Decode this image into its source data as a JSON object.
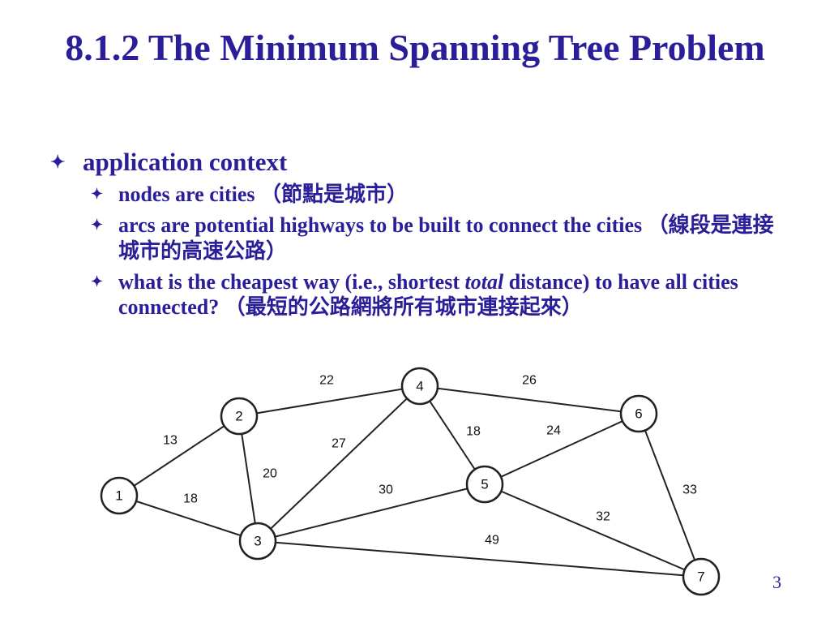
{
  "slide": {
    "title": "8.1.2 The Minimum Spanning Tree Problem",
    "page_number": "3"
  },
  "bullets": {
    "main": "application context",
    "sub": [
      {
        "text": "nodes are cities",
        "cjk": "（節點是城市）"
      },
      {
        "text": "arcs are potential highways to be built to connect the cities",
        "cjk": "（線段是連接城市的高速公路）"
      },
      {
        "text_before": "what is the cheapest way (i.e., shortest ",
        "emphasis": "total",
        "text_after": " distance) to have all cities connected?",
        "cjk": "（最短的公路網將所有城市連接起來）"
      }
    ]
  },
  "graph": {
    "nodes": [
      "1",
      "2",
      "3",
      "4",
      "5",
      "6",
      "7"
    ],
    "edges": [
      {
        "from": "1",
        "to": "2",
        "weight": "13"
      },
      {
        "from": "1",
        "to": "3",
        "weight": "18"
      },
      {
        "from": "2",
        "to": "3",
        "weight": "20"
      },
      {
        "from": "2",
        "to": "4",
        "weight": "22"
      },
      {
        "from": "3",
        "to": "4",
        "weight": "27"
      },
      {
        "from": "3",
        "to": "5",
        "weight": "30"
      },
      {
        "from": "3",
        "to": "7",
        "weight": "49"
      },
      {
        "from": "4",
        "to": "5",
        "weight": "18"
      },
      {
        "from": "4",
        "to": "6",
        "weight": "26"
      },
      {
        "from": "5",
        "to": "6",
        "weight": "24"
      },
      {
        "from": "5",
        "to": "7",
        "weight": "32"
      },
      {
        "from": "6",
        "to": "7",
        "weight": "33"
      }
    ]
  }
}
